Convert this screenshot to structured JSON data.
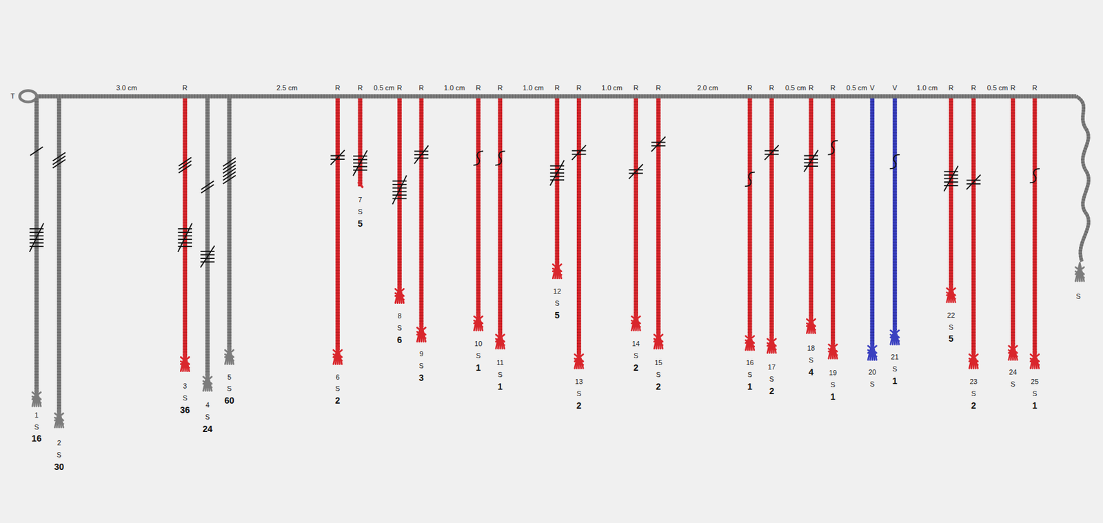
{
  "diagram": {
    "labels": [
      "T",
      "3.0 cm",
      "R",
      "2.5 cm",
      "R",
      "R",
      "0.5 cm",
      "R",
      "R",
      "1.0 cm",
      "R",
      "R",
      "1.0 cm",
      "R",
      "R",
      "1.0 cm",
      "R",
      "R",
      "2.0 cm",
      "R",
      "R",
      "0.5 cm",
      "R",
      "R",
      "0.5 cm",
      "V",
      "V",
      "1.0 cm",
      "R",
      "R",
      "0.5 cm",
      "R",
      "R",
      "1",
      "S",
      "16",
      "2",
      "S",
      "30",
      "3",
      "S",
      "36",
      "4",
      "S",
      "24",
      "5",
      "S",
      "60",
      "6",
      "S",
      "2",
      "7",
      "S",
      "5",
      "8",
      "S",
      "6",
      "9",
      "S",
      "3",
      "10",
      "S",
      "1",
      "11",
      "S",
      "1",
      "12",
      "S",
      "5",
      "13",
      "S",
      "2",
      "14",
      "S",
      "2",
      "15",
      "S",
      "2",
      "16",
      "S",
      "1",
      "17",
      "S",
      "2",
      "18",
      "S",
      "4",
      "19",
      "S",
      "1",
      "20",
      "S",
      "21",
      "S",
      "1",
      "22",
      "S",
      "5",
      "23",
      "S",
      "2",
      "24",
      "S",
      "25",
      "S",
      "1",
      "S"
    ]
  }
}
